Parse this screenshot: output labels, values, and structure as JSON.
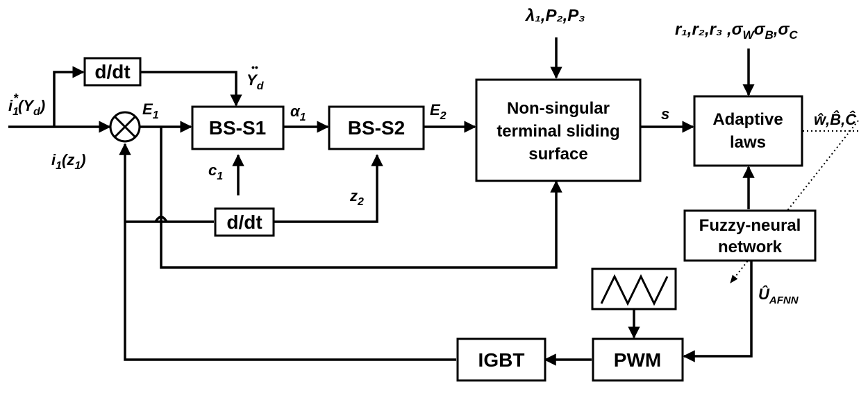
{
  "blocks": {
    "ddt_top": "d/dt",
    "ddt_bottom": "d/dt",
    "bs_s1": "BS-S1",
    "bs_s2": "BS-S2",
    "ntss_line1": "Non-singular",
    "ntss_line2": "terminal sliding",
    "ntss_line3": "surface",
    "adaptive_line1": "Adaptive",
    "adaptive_line2": "laws",
    "fnn_line1": "Fuzzy-neural",
    "fnn_line2": "network",
    "pwm": "PWM",
    "igbt": "IGBT"
  },
  "signals": {
    "ref_i": "i",
    "ref_star": "*",
    "ref_sub": "1",
    "ref_y": "(Y",
    "ref_ysub": "d",
    "ref_close": ")",
    "fb_i": "i",
    "fb_sub": "1",
    "fb_z": "(z",
    "fb_zsub": "1",
    "fb_close": ")",
    "e1": "E",
    "e1_sub": "1",
    "yd_dot": "Y",
    "yd_sub": "d",
    "alpha": "α",
    "alpha_sub": "1",
    "c1": "c",
    "c1_sub": "1",
    "z2": "z",
    "z2_sub": "2",
    "e2": "E",
    "e2_sub": "2",
    "s": "s",
    "params_ntss": "λ₁,P₂,P₃",
    "params_adaptive": "r₁,r₂,r₃ ,σ",
    "params_adaptive_w": "W",
    "params_adaptive_sigma_b": "σ",
    "params_adaptive_b": "B",
    "params_adaptive_c_sep": ",σ",
    "params_adaptive_c": "C",
    "estimates": "ŵ,B̂,Ĉ",
    "u_hat": "Û",
    "u_sub": "AFNN"
  }
}
